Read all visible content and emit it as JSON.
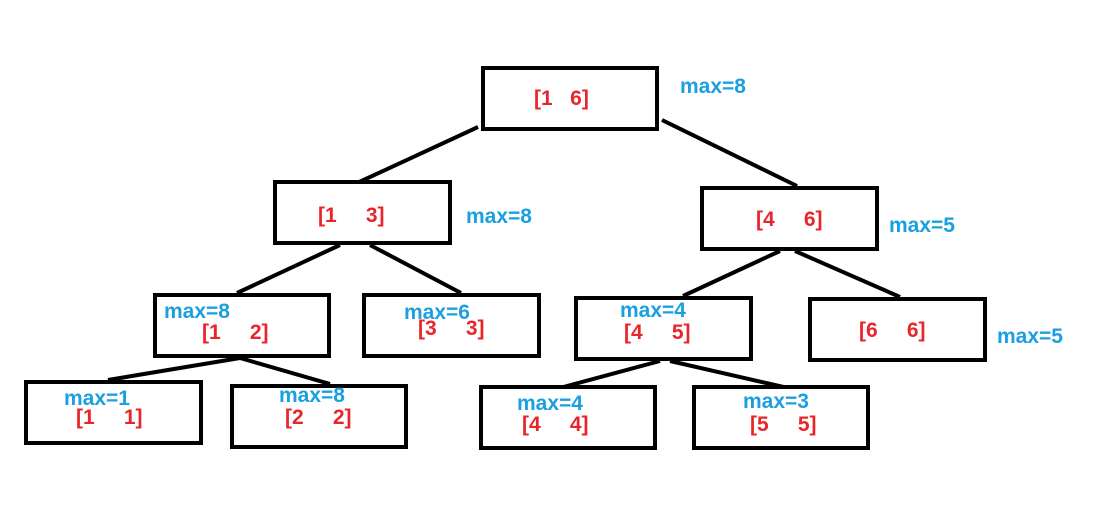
{
  "nodes": [
    {
      "id": "n1",
      "range": "[1   6]",
      "max": "max=8"
    },
    {
      "id": "n13",
      "range": "[1     3]",
      "max": "max=8"
    },
    {
      "id": "n46",
      "range": "[4     6]",
      "max": "max=5"
    },
    {
      "id": "n12",
      "range": "[1     2]",
      "max": "max=8"
    },
    {
      "id": "n33",
      "range": "[3     3]",
      "max": "max=6"
    },
    {
      "id": "n45",
      "range": "[4     5]",
      "max": "max=4"
    },
    {
      "id": "n66",
      "range": "[6     6]",
      "max": "max=5"
    },
    {
      "id": "n11",
      "range": "[1     1]",
      "max": "max=1"
    },
    {
      "id": "n22",
      "range": "[2     2]",
      "max": "max=8"
    },
    {
      "id": "n44",
      "range": "[4     4]",
      "max": "max=4"
    },
    {
      "id": "n55",
      "range": "[5     5]",
      "max": "max=3"
    }
  ],
  "edges": [
    [
      "n1",
      "n13"
    ],
    [
      "n1",
      "n46"
    ],
    [
      "n13",
      "n12"
    ],
    [
      "n13",
      "n33"
    ],
    [
      "n46",
      "n45"
    ],
    [
      "n46",
      "n66"
    ],
    [
      "n12",
      "n11"
    ],
    [
      "n12",
      "n22"
    ],
    [
      "n45",
      "n44"
    ],
    [
      "n45",
      "n55"
    ]
  ],
  "colors": {
    "range": "#e8252b",
    "max": "#1a9fe0",
    "stroke": "#000000"
  }
}
